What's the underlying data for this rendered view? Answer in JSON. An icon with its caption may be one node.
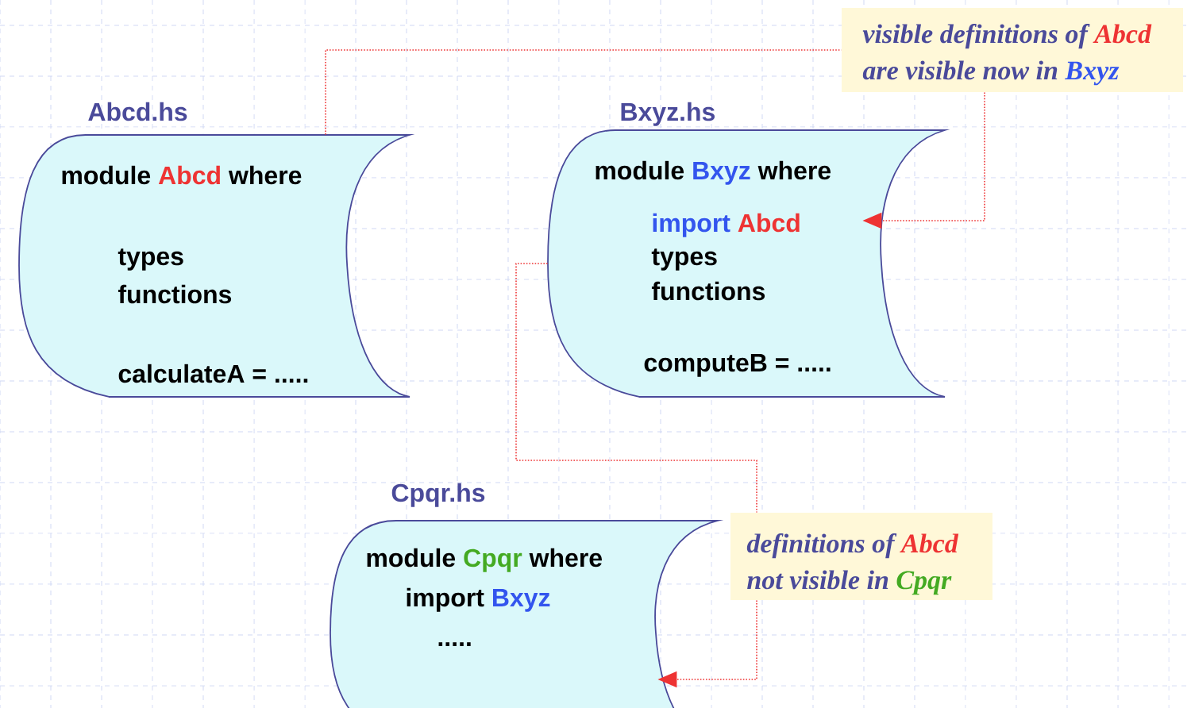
{
  "diagram": {
    "nodes": [
      {
        "text": [
          "visible definitions of",
          "Abcd",
          "are visible now in",
          "Bxyz"
        ]
      },
      {
        "text": [
          "Abcd.hs",
          "module",
          "Abcd",
          "where",
          "types",
          "functions",
          "calculateA = ....."
        ]
      },
      {
        "text": [
          "Bxyz.hs",
          "module",
          "Bxyz",
          "where",
          "import",
          "Abcd",
          "types",
          "functions",
          "computeB = ....."
        ]
      },
      {
        "text": [
          "Cpqr.hs",
          "module",
          "Cpqr",
          "where",
          "import",
          "Bxyz",
          "....."
        ]
      },
      {
        "text": [
          "definitions of",
          "Abcd",
          "not visible in",
          "Cpqr"
        ]
      }
    ],
    "edges": [
      {
        "from": 1,
        "to": 0,
        "arrow": "none"
      },
      {
        "from": 0,
        "to": 2,
        "arrow": "to"
      },
      {
        "from": 2,
        "to": 4,
        "arrow": "none"
      },
      {
        "from": 4,
        "to": 3,
        "arrow": "to"
      }
    ]
  }
}
